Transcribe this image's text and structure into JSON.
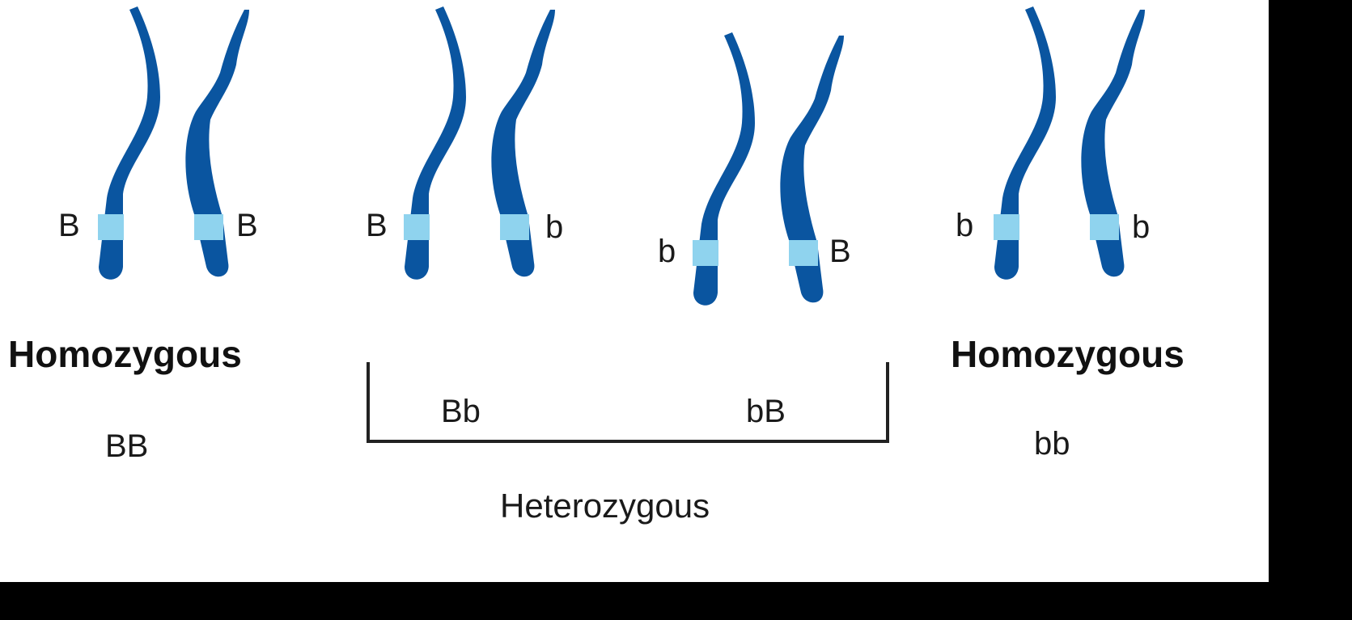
{
  "colors": {
    "chromosome": "#0a55a0",
    "band": "#8fd3ee",
    "bracket": "#222222",
    "text": "#1a1a1a"
  },
  "pairs": [
    {
      "left_allele": "B",
      "right_allele": "B"
    },
    {
      "left_allele": "B",
      "right_allele": "b"
    },
    {
      "left_allele": "b",
      "right_allele": "B"
    },
    {
      "left_allele": "b",
      "right_allele": "b"
    }
  ],
  "labels": {
    "homozygous_left": "Homozygous",
    "homozygous_right": "Homozygous",
    "heterozygous": "Heterozygous",
    "genotype_bb_upper": "BB",
    "genotype_Bb": "Bb",
    "genotype_bB": "bB",
    "genotype_bb_lower": "bb"
  }
}
